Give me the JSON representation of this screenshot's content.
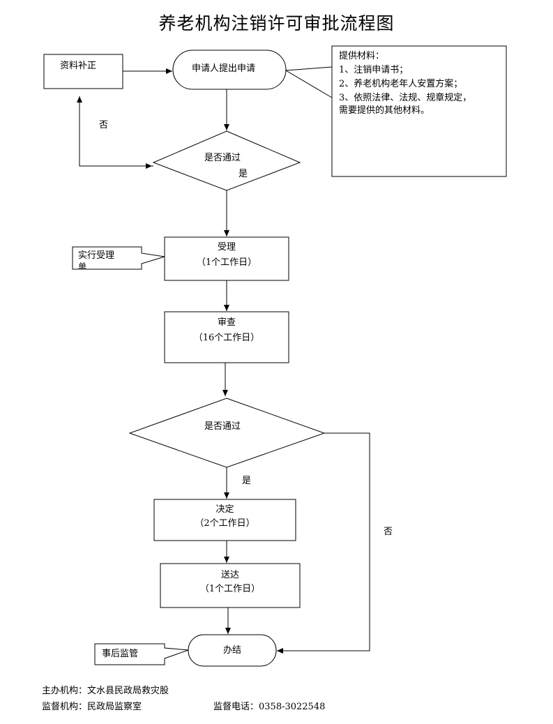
{
  "title": "养老机构注销许可审批流程图",
  "nodes": {
    "supplement": "资料补正",
    "apply": "申请人提出申请",
    "materials": {
      "heading": "提供材料：",
      "items": [
        "1、注销申请书；",
        "2、养老机构老年人安置方案；",
        "3、依照法律、法规、规章规定，",
        "需要提供的其他材料。"
      ]
    },
    "check1": "是否通过",
    "accept": {
      "label": "受理",
      "time": "（1个工作日）"
    },
    "accept_note_line1": "实行受理",
    "accept_note_line2": "单",
    "review": {
      "label": "审查",
      "time": "（16个工作日）"
    },
    "check2": "是否通过",
    "decide": {
      "label": "决定",
      "time": "（2个工作日）"
    },
    "deliver": {
      "label": "送达",
      "time": "（1个工作日）"
    },
    "finish": "办结",
    "supervise": "事后监管"
  },
  "edge_labels": {
    "no1": "否",
    "yes1": "是",
    "yes2": "是",
    "no2": "否"
  },
  "footer": {
    "organizer": "主办机构：文水县民政局救灾股",
    "supervisor": "监督机构：民政局监察室",
    "phone": "监督电话：0358-3022548"
  }
}
